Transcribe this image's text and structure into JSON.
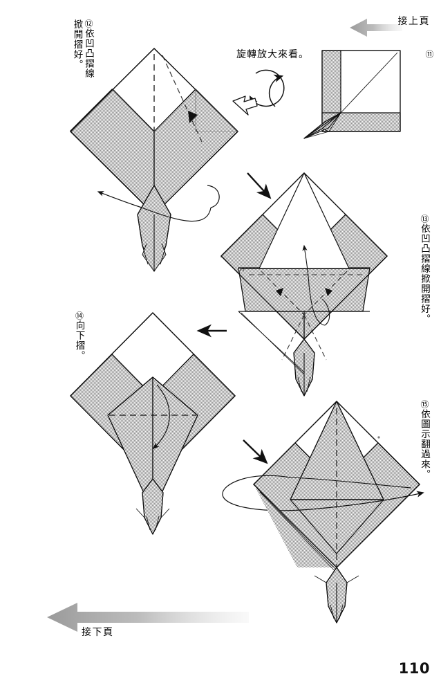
{
  "page": {
    "number": "110",
    "background_color": "#ffffff",
    "ink_color": "#1a1a1a",
    "shade_color": "#c9c9c9",
    "flow_arrow_color": "#b3b3b3"
  },
  "flow": {
    "top_label": "接上頁",
    "bottom_label": "接下頁"
  },
  "notes": {
    "rotate_zoom": "旋轉放大來看。"
  },
  "steps": [
    {
      "id": "step-11",
      "marker": "⑪",
      "caption_lines": [],
      "caption_text": "",
      "position": "top-right"
    },
    {
      "id": "step-12",
      "marker": "⑫",
      "caption_lines": [
        "依凹凸摺線",
        "掀開摺好。"
      ],
      "caption_text": "依凹凸摺線掀開摺好。",
      "position": "upper-left"
    },
    {
      "id": "step-13",
      "marker": "⑬",
      "caption_lines": [
        "依凹凸摺線掀開摺好。"
      ],
      "caption_text": "依凹凸摺線掀開摺好。",
      "position": "middle-right"
    },
    {
      "id": "step-14",
      "marker": "⑭",
      "caption_lines": [
        "向下摺。"
      ],
      "caption_text": "向下摺。",
      "position": "lower-left"
    },
    {
      "id": "step-15",
      "marker": "⑮",
      "caption_lines": [
        "依圖示翻過來。"
      ],
      "caption_text": "依圖示翻過來。",
      "position": "bottom-right"
    }
  ]
}
